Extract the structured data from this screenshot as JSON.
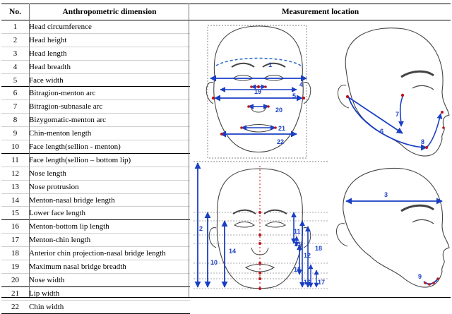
{
  "headers": {
    "no": "No.",
    "dimension": "Anthropometric dimension",
    "location": "Measurement location"
  },
  "rows": [
    {
      "no": "1",
      "name": "Head circumference"
    },
    {
      "no": "2",
      "name": "Head height"
    },
    {
      "no": "3",
      "name": "Head length"
    },
    {
      "no": "4",
      "name": "Head breadth"
    },
    {
      "no": "5",
      "name": "Face width"
    },
    {
      "no": "6",
      "name": "Bitragion-menton arc"
    },
    {
      "no": "7",
      "name": "Bitragion-subnasale arc"
    },
    {
      "no": "8",
      "name": "Bizygomatic-menton arc"
    },
    {
      "no": "9",
      "name": "Chin-menton length"
    },
    {
      "no": "10",
      "name": "Face length(sellion - menton)"
    },
    {
      "no": "11",
      "name": "Face length(sellion – bottom lip)"
    },
    {
      "no": "12",
      "name": "Nose length"
    },
    {
      "no": "13",
      "name": "Nose protrusion"
    },
    {
      "no": "14",
      "name": "Menton-nasal bridge length"
    },
    {
      "no": "15",
      "name": "Lower face length"
    },
    {
      "no": "16",
      "name": "Menton-bottom lip length"
    },
    {
      "no": "17",
      "name": "Menton-chin length"
    },
    {
      "no": "18",
      "name": "Anterior chin projection-nasal bridge length"
    },
    {
      "no": "19",
      "name": "Maximum nasal bridge breadth"
    },
    {
      "no": "20",
      "name": "Nose width"
    },
    {
      "no": "21",
      "name": "Lip width"
    },
    {
      "no": "22",
      "name": "Chin width"
    }
  ],
  "figure_labels": {
    "l1": "1",
    "l2": "2",
    "l3": "3",
    "l4": "4",
    "l5": "5",
    "l6": "6",
    "l7": "7",
    "l8": "8",
    "l9": "9",
    "l10": "10",
    "l11": "11",
    "l12": "12",
    "l13": "13",
    "l14": "14",
    "l15": "15",
    "l16": "16",
    "l17": "17",
    "l18": "18",
    "l19": "19",
    "l20": "20",
    "l21": "21",
    "l22": "22"
  },
  "colors": {
    "arrow": "#1a3fc4",
    "arc": "#2f6fcf",
    "landmark": "#c0141b",
    "outline": "#444444"
  }
}
